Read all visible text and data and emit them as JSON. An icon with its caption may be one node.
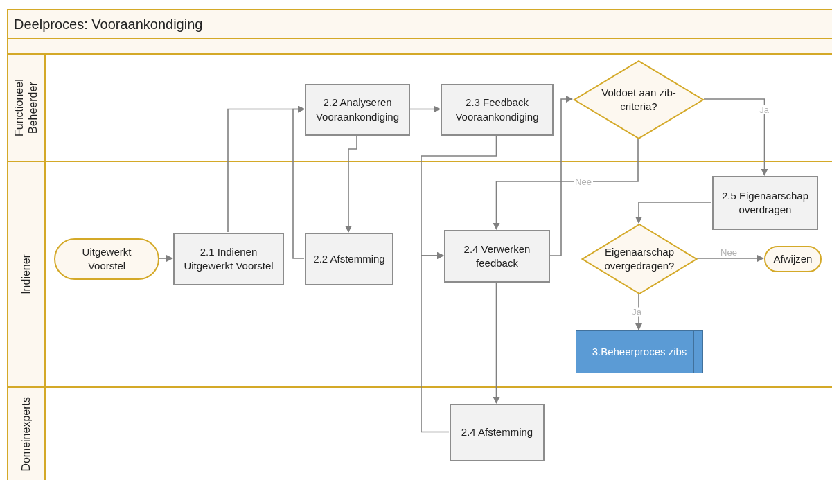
{
  "diagram": {
    "title": "Deelproces: Vooraankondiging",
    "nodes": [
      {
        "text": [
          "Functioneel Beheerder"
        ]
      },
      {
        "text": [
          "Indiener"
        ]
      },
      {
        "text": [
          "Domeinexperts"
        ]
      },
      {
        "text": [
          "Uitgewerkt Voorstel"
        ],
        "in": 1
      },
      {
        "text": [
          "2.1 Indienen Uitgewerkt Voorstel"
        ],
        "in": 1
      },
      {
        "text": [
          "2.2 Analyseren Vooraankondiging"
        ],
        "in": 0
      },
      {
        "text": [
          "2.2 Afstemming"
        ],
        "in": 1
      },
      {
        "text": [
          "2.3 Feedback Vooraankondiging"
        ],
        "in": 0
      },
      {
        "text": [
          "Voldoet aan zib-criteria?"
        ],
        "in": 0
      },
      {
        "text": [
          "2.4 Verwerken feedback"
        ],
        "in": 1
      },
      {
        "text": [
          "2.5 Eigenaarschap overdragen"
        ],
        "in": 1
      },
      {
        "text": [
          "Eigenaarschap overgedragen?"
        ],
        "in": 1
      },
      {
        "text": [
          "Afwijzen"
        ],
        "in": 1
      },
      {
        "text": [
          "3.Beheerproces zibs"
        ],
        "in": 1
      },
      {
        "text": [
          "2.4 Afstemming"
        ],
        "in": 2
      }
    ],
    "edges": [
      {
        "from": 3,
        "to": 4,
        "arrow": "to"
      },
      {
        "from": 4,
        "to": 5,
        "arrow": "to"
      },
      {
        "from": 6,
        "to": 5,
        "arrow": "to"
      },
      {
        "from": 5,
        "to": 6,
        "arrow": "to"
      },
      {
        "from": 5,
        "to": 7,
        "arrow": "to"
      },
      {
        "from": 7,
        "to": 9,
        "arrow": "to"
      },
      {
        "from": 14,
        "to": 9,
        "arrow": "to"
      },
      {
        "from": 9,
        "to": 8,
        "arrow": "to"
      },
      {
        "from": 8,
        "to": 9,
        "arrow": "to",
        "label": "Nee"
      },
      {
        "from": 8,
        "to": 10,
        "arrow": "to",
        "label": "Ja"
      },
      {
        "from": 10,
        "to": 11,
        "arrow": "to"
      },
      {
        "from": 11,
        "to": 12,
        "arrow": "to",
        "label": "Nee"
      },
      {
        "from": 11,
        "to": 13,
        "arrow": "to",
        "label": "Ja"
      },
      {
        "from": 9,
        "to": 14,
        "arrow": "to"
      }
    ]
  }
}
